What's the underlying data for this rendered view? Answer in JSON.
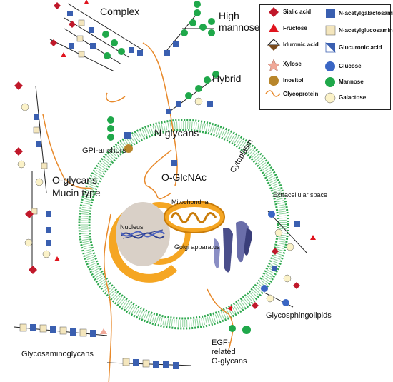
{
  "labels": {
    "complex": "Complex",
    "high_mannose": "High\nmannose",
    "high": "High",
    "mannose": "mannose",
    "hybrid": "Hybrid",
    "n_glycans": "N-glycans",
    "gpi_anchors": "GPI-anchors",
    "o_glcnac": "O-GlcNAc",
    "o_glycans": "O-glycans",
    "mucin_type": "Mucin type",
    "cytoplasm": "Cytoplasm",
    "extracellular_space": "Extracellular space",
    "mitochondria": "Mitochondria",
    "nucleus": "Nucleus",
    "golgi": "Golgi apparatus",
    "glycosphingolipids": "Glycosphingolipids",
    "egf1": "EGF-",
    "egf2": "related",
    "egf3": "O-glycans",
    "gags": "Glycosaminoglycans"
  },
  "legend": {
    "sialic": "Sialic acid",
    "fructose": "Fructose",
    "iduronic": "Iduronic acid",
    "xylose": "Xylose",
    "inositol": "Inositol",
    "glycoprotein": "Glycoprotein",
    "galnac": "N-acetylgalactosamine",
    "glcnac": "N-acetylglucosamine",
    "glucuronic": "Glucuronic acid",
    "glucose": "Glucose",
    "mannose": "Mannose",
    "galactose": "Galactose"
  },
  "colors": {
    "sialic": "#c0182a",
    "fructose": "#e0141e",
    "galnac": "#3a5fb0",
    "glcnac": "#f4e6bd",
    "mannose": "#1fa84a",
    "galactose": "#fbf2c8",
    "glucose": "#3a66c4",
    "membrane": "#2ea84e",
    "protein": "#e8892a",
    "golgi": "#4a4e8a"
  }
}
